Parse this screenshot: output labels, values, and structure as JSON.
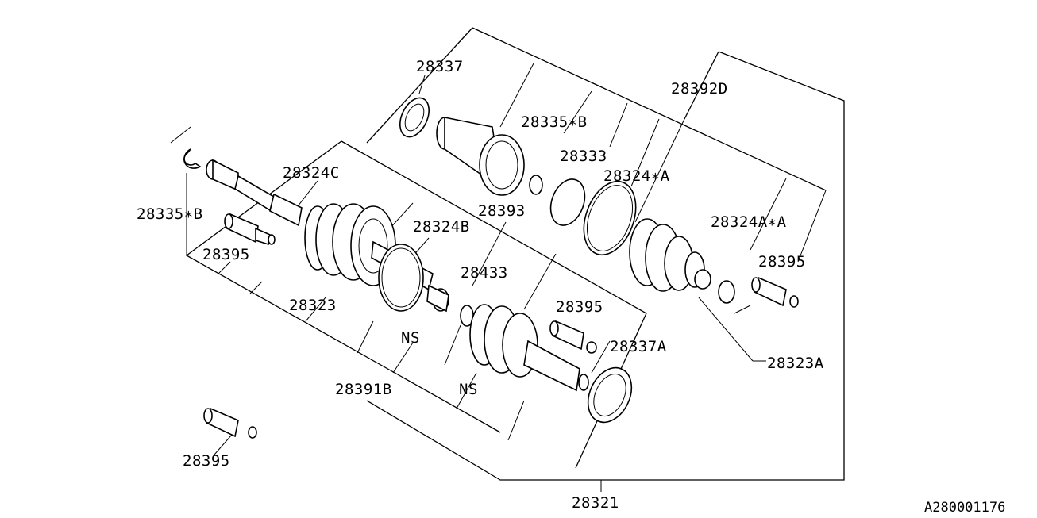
{
  "diagram": {
    "labels": {
      "p28337": "28337",
      "p28392D": "28392D",
      "p28335B_top": "28335∗B",
      "p28333": "28333",
      "p28324A_star": "28324∗A",
      "p28324C": "28324C",
      "p28393": "28393",
      "p28335B_left": "28335∗B",
      "p28324B": "28324B",
      "p28324A_A": "28324A∗A",
      "p28395_right": "28395",
      "p28395_left": "28395",
      "p28433": "28433",
      "p28323": "28323",
      "p28395_mid": "28395",
      "NS_1": "NS",
      "p28337A": "28337A",
      "p28323A": "28323A",
      "p28391B": "28391B",
      "NS_2": "NS",
      "p28395_bottom": "28395",
      "p28321": "28321"
    },
    "reference_code": "A280001176"
  }
}
